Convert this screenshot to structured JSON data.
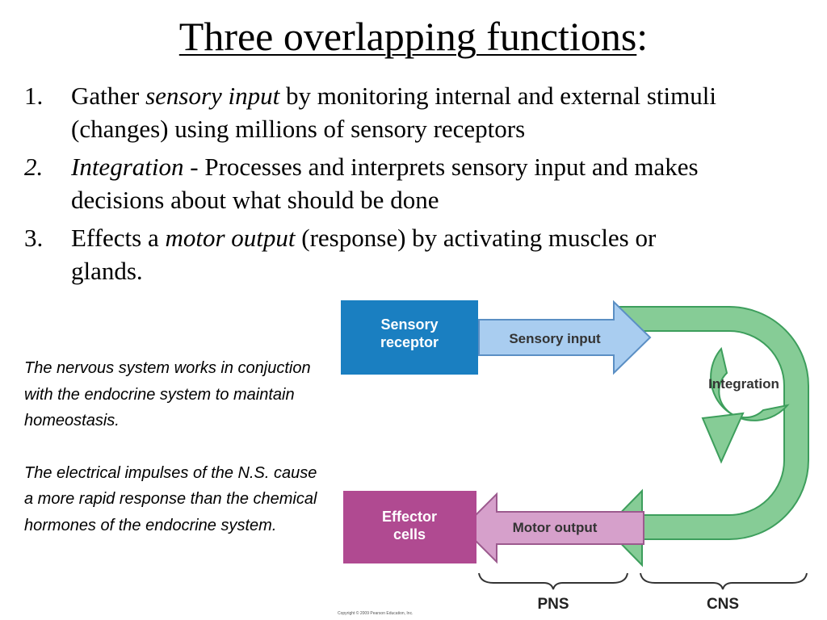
{
  "slide": {
    "title_main": "Three overlapping functions",
    "title_colon": ":",
    "items": [
      {
        "number": "1.",
        "pre": "Gather ",
        "italic": "sensory input",
        "post": " by monitoring internal and external stimuli (changes) using millions of sensory receptors"
      },
      {
        "number": "2.",
        "pre": "",
        "italic": "Integration",
        "post": " - Processes and interprets sensory input and makes decisions about what should be done"
      },
      {
        "number": "3.",
        "pre": "Effects a ",
        "italic": "motor output",
        "post": " (response) by activating muscles or glands."
      }
    ],
    "notes": [
      "The nervous system works in conjuction with the endocrine system to maintain homeostasis.",
      "The electrical impulses of the N.S. cause a more rapid response than the chemical hormones of the endocrine system."
    ]
  },
  "diagram": {
    "sensory_receptor_line1": "Sensory",
    "sensory_receptor_line2": "receptor",
    "sensory_input": "Sensory input",
    "integration": "Integration",
    "effector_line1": "Effector",
    "effector_line2": "cells",
    "motor_output": "Motor output",
    "pns": "PNS",
    "cns": "CNS",
    "copyright": "Copyright © 2009 Pearson Education, Inc.",
    "colors": {
      "receptor_box": "#1a7fc1",
      "sensory_arrow": "#a9cdf0",
      "cns_loop": "#86cc96",
      "cns_outline": "#3d9e5c",
      "effector_box": "#b04a91",
      "motor_arrow": "#d6a0cb"
    }
  }
}
